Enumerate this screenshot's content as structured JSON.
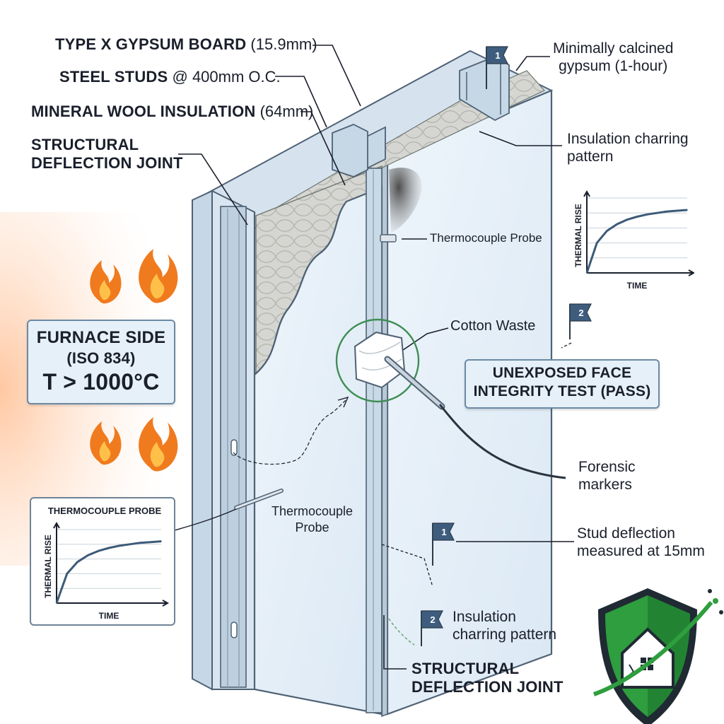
{
  "labels": {
    "gypsum_board_bold": "TYPE X GYPSUM BOARD",
    "gypsum_board_dim": "(15.9mm)",
    "steel_studs_bold": "STEEL STUDS",
    "steel_studs_dim": "@ 400mm O.C.",
    "mineral_wool_bold": "MINERAL WOOL INSULATION",
    "mineral_wool_dim": "(64mm)",
    "deflection_joint_top_line1": "STRUCTURAL",
    "deflection_joint_top_line2": "DEFLECTION JOINT",
    "calcined_line1": "Minimally calcined",
    "calcined_line2": "gypsum (1-hour)",
    "charring_top_line1": "Insulation charring",
    "charring_top_line2": "pattern",
    "thermocouple_top": "Thermocouple Probe",
    "cotton_waste": "Cotton Waste",
    "forensic_line1": "Forensic",
    "forensic_line2": "markers",
    "stud_deflection_line1": "Stud deflection",
    "stud_deflection_line2": "measured at 15mm",
    "charring_bottom_line1": "Insulation",
    "charring_bottom_line2": "charring pattern",
    "deflection_joint_bottom_line1": "STRUCTURAL",
    "deflection_joint_bottom_line2": "DEFLECTION JOINT",
    "thermocouple_center_line1": "Thermocouple",
    "thermocouple_center_line2": "Probe"
  },
  "furnace_box": {
    "line1": "FURNACE SIDE",
    "line2": "(ISO 834)",
    "line3": "T > 1000°C"
  },
  "integrity_box": {
    "line1": "UNEXPOSED FACE",
    "line2": "INTEGRITY TEST (PASS)"
  },
  "flags": {
    "top": "1",
    "right_mid": "2",
    "right_low": "1",
    "bottom": "2"
  },
  "chart_data": [
    {
      "type": "line",
      "title": "",
      "xlabel": "TIME",
      "ylabel": "THERMAL RISE",
      "x": [
        0,
        1,
        2,
        3,
        4,
        5,
        6,
        7,
        8,
        9,
        10
      ],
      "series": [
        {
          "values": [
            0,
            4.0,
            5.6,
            6.5,
            7.1,
            7.5,
            7.8,
            8.0,
            8.2,
            8.3,
            8.4
          ]
        }
      ],
      "ylim": [
        0,
        10
      ],
      "grid": true,
      "axes_unnumbered": true
    },
    {
      "type": "line",
      "title": "THERMOCOUPLE PROBE",
      "xlabel": "TIME",
      "ylabel": "THERMAL RISE",
      "x": [
        0,
        1,
        2,
        3,
        4,
        5,
        6,
        7,
        8,
        9,
        10
      ],
      "series": [
        {
          "values": [
            0,
            4.0,
            5.6,
            6.5,
            7.1,
            7.5,
            7.8,
            8.0,
            8.2,
            8.3,
            8.4
          ]
        }
      ],
      "ylim": [
        0,
        10
      ],
      "grid": true,
      "axes_unnumbered": true
    }
  ],
  "colors": {
    "board": "#e3eef8",
    "board_edge": "#4f6275",
    "stud": "#c4d5e3",
    "insulation": "#d4d5d0",
    "flame_outer": "#f07a1e",
    "flame_inner": "#ffc04a",
    "flag": "#3e5d7e",
    "curve": "#3c5a78",
    "shield_green": "#2e9e3e",
    "shield_dark": "#1f2a33",
    "cotton_ring": "#3f8e54"
  },
  "icons": {
    "flame": "flame-icon",
    "flag": "flag-icon",
    "shield": "shield-house-icon"
  }
}
